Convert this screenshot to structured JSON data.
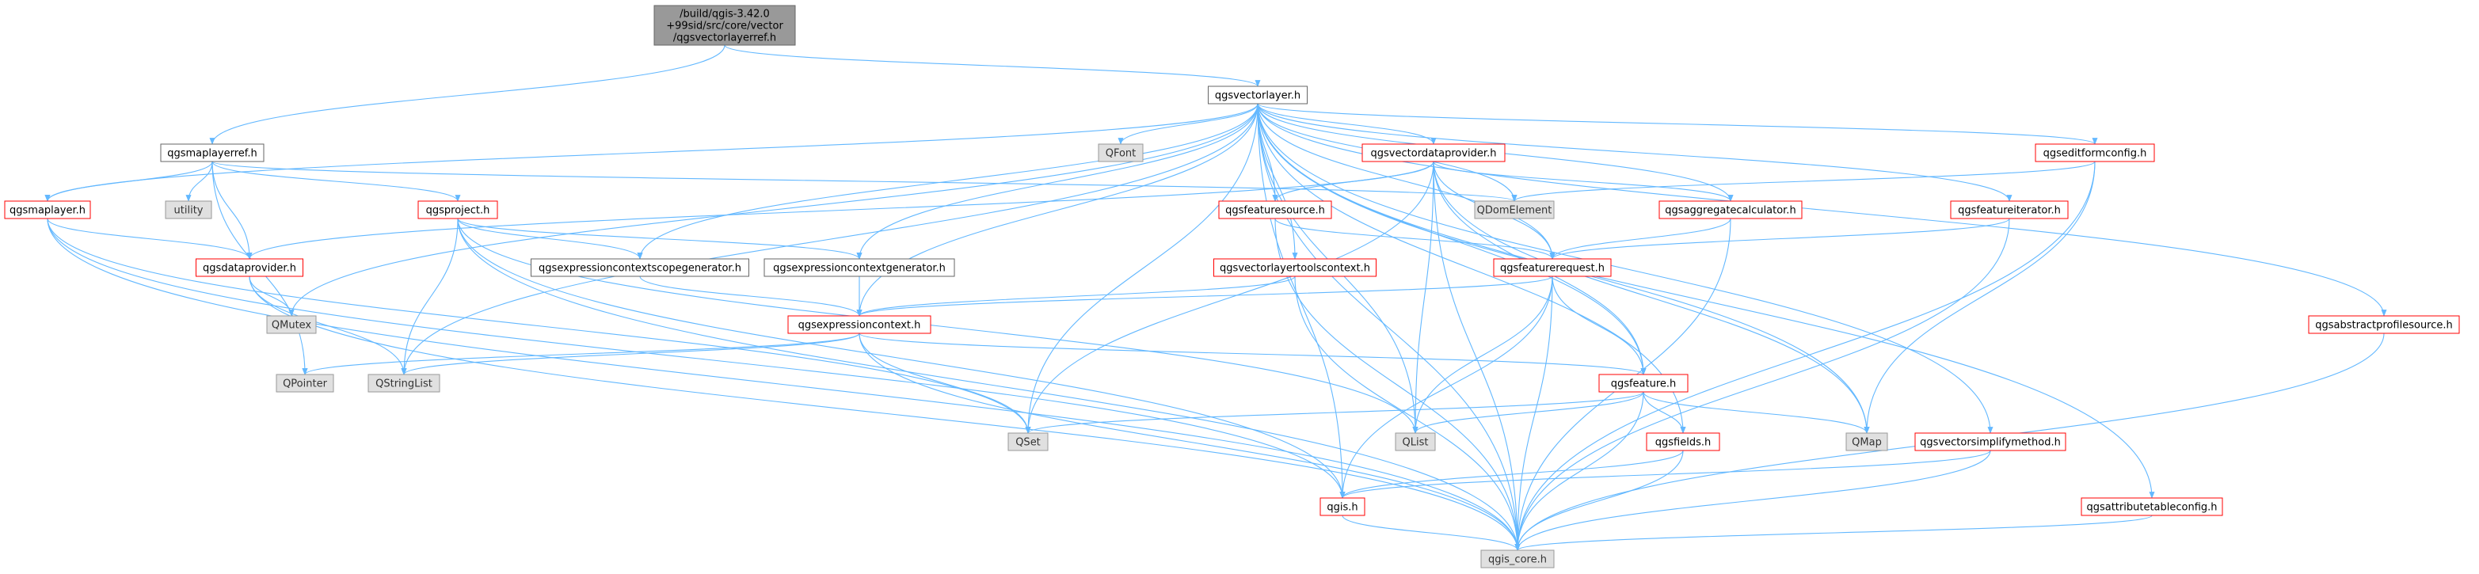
{
  "colors": {
    "edge": "#63b8ff",
    "root_fill": "#999999",
    "root_border": "#666666",
    "file_fill": "#ffffff",
    "file_border_red": "#ff0000",
    "file_border_gray": "#666666",
    "external_fill": "#e0e0e0",
    "external_border": "#999999"
  },
  "nodes": [
    {
      "id": "root",
      "lines": [
        "/build/qgis-3.42.0",
        "+99sid/src/core/vector",
        "/qgsvectorlayerref.h"
      ],
      "kind": "root"
    },
    {
      "id": "qgsvectorlayer",
      "lines": [
        "qgsvectorlayer.h"
      ],
      "kind": "file_gray"
    },
    {
      "id": "qgsmaplayerref",
      "lines": [
        "qgsmaplayerref.h"
      ],
      "kind": "file_gray"
    },
    {
      "id": "qgsmaplayer",
      "lines": [
        "qgsmaplayer.h"
      ],
      "kind": "file_red"
    },
    {
      "id": "utility",
      "lines": [
        "utility"
      ],
      "kind": "external"
    },
    {
      "id": "qgsdataprovider",
      "lines": [
        "qgsdataprovider.h"
      ],
      "kind": "file_red"
    },
    {
      "id": "qgsproject",
      "lines": [
        "qgsproject.h"
      ],
      "kind": "file_red"
    },
    {
      "id": "QMutex",
      "lines": [
        "QMutex"
      ],
      "kind": "external"
    },
    {
      "id": "QPointer",
      "lines": [
        "QPointer"
      ],
      "kind": "external"
    },
    {
      "id": "QStringList",
      "lines": [
        "QStringList"
      ],
      "kind": "external"
    },
    {
      "id": "qgsexpressioncontextscopegenerator",
      "lines": [
        "qgsexpressioncontextscopegenerator.h"
      ],
      "kind": "file_gray"
    },
    {
      "id": "qgsexpressioncontextgenerator",
      "lines": [
        "qgsexpressioncontextgenerator.h"
      ],
      "kind": "file_gray"
    },
    {
      "id": "qgsexpressioncontext",
      "lines": [
        "qgsexpressioncontext.h"
      ],
      "kind": "file_red"
    },
    {
      "id": "QFont",
      "lines": [
        "QFont"
      ],
      "kind": "external"
    },
    {
      "id": "qgsvectordataprovider",
      "lines": [
        "qgsvectordataprovider.h"
      ],
      "kind": "file_red"
    },
    {
      "id": "qgsfeaturesource",
      "lines": [
        "qgsfeaturesource.h"
      ],
      "kind": "file_red"
    },
    {
      "id": "QDomElement",
      "lines": [
        "QDomElement"
      ],
      "kind": "external"
    },
    {
      "id": "qgsaggregatecalculator",
      "lines": [
        "qgsaggregatecalculator.h"
      ],
      "kind": "file_red"
    },
    {
      "id": "qgsvectorlayertoolscontext",
      "lines": [
        "qgsvectorlayertoolscontext.h"
      ],
      "kind": "file_red"
    },
    {
      "id": "qgsfeaturerequest",
      "lines": [
        "qgsfeaturerequest.h"
      ],
      "kind": "file_red"
    },
    {
      "id": "qgsfeatureiterator",
      "lines": [
        "qgsfeatureiterator.h"
      ],
      "kind": "file_red"
    },
    {
      "id": "qgseditformconfig",
      "lines": [
        "qgseditformconfig.h"
      ],
      "kind": "file_red"
    },
    {
      "id": "qgsfeature",
      "lines": [
        "qgsfeature.h"
      ],
      "kind": "file_red"
    },
    {
      "id": "QSet",
      "lines": [
        "QSet"
      ],
      "kind": "external"
    },
    {
      "id": "QList",
      "lines": [
        "QList"
      ],
      "kind": "external"
    },
    {
      "id": "QMap",
      "lines": [
        "QMap"
      ],
      "kind": "external"
    },
    {
      "id": "qgsfields",
      "lines": [
        "qgsfields.h"
      ],
      "kind": "file_red"
    },
    {
      "id": "qgsvectorsimplifymethod",
      "lines": [
        "qgsvectorsimplifymethod.h"
      ],
      "kind": "file_red"
    },
    {
      "id": "qgsabstractprofilesource",
      "lines": [
        "qgsabstractprofilesource.h"
      ],
      "kind": "file_red"
    },
    {
      "id": "qgsattributetableconfig",
      "lines": [
        "qgsattributetableconfig.h"
      ],
      "kind": "file_red"
    },
    {
      "id": "qgis",
      "lines": [
        "qgis.h"
      ],
      "kind": "file_red"
    },
    {
      "id": "qgis_core",
      "lines": [
        "qgis_core.h"
      ],
      "kind": "external"
    }
  ],
  "edges": [
    [
      "root",
      "qgsmaplayerref"
    ],
    [
      "root",
      "qgsvectorlayer"
    ],
    [
      "qgsmaplayerref",
      "qgsmaplayer"
    ],
    [
      "qgsmaplayerref",
      "utility"
    ],
    [
      "qgsmaplayerref",
      "qgsdataprovider"
    ],
    [
      "qgsmaplayerref",
      "qgsproject"
    ],
    [
      "qgsmaplayerref",
      "QPointer"
    ],
    [
      "qgsmaplayerref",
      "QDomElement"
    ],
    [
      "qgsvectorlayer",
      "qgsmaplayer"
    ],
    [
      "qgsvectorlayer",
      "QMutex"
    ],
    [
      "qgsvectorlayer",
      "QStringList"
    ],
    [
      "qgsvectorlayer",
      "qgsexpressioncontextscopegenerator"
    ],
    [
      "qgsvectorlayer",
      "qgsexpressioncontextgenerator"
    ],
    [
      "qgsvectorlayer",
      "qgsexpressioncontext"
    ],
    [
      "qgsvectorlayer",
      "QFont"
    ],
    [
      "qgsvectorlayer",
      "qgsvectordataprovider"
    ],
    [
      "qgsvectorlayer",
      "qgsfeaturesource"
    ],
    [
      "qgsvectorlayer",
      "qgsaggregatecalculator"
    ],
    [
      "qgsvectorlayer",
      "qgsvectorlayertoolscontext"
    ],
    [
      "qgsvectorlayer",
      "qgsfeaturerequest"
    ],
    [
      "qgsvectorlayer",
      "qgsfeatureiterator"
    ],
    [
      "qgsvectorlayer",
      "qgseditformconfig"
    ],
    [
      "qgsvectorlayer",
      "qgsfeature"
    ],
    [
      "qgsvectorlayer",
      "QSet"
    ],
    [
      "qgsvectorlayer",
      "QList"
    ],
    [
      "qgsvectorlayer",
      "QMap"
    ],
    [
      "qgsvectorlayer",
      "qgsfields"
    ],
    [
      "qgsvectorlayer",
      "qgsvectorsimplifymethod"
    ],
    [
      "qgsvectorlayer",
      "qgsabstractprofilesource"
    ],
    [
      "qgsvectorlayer",
      "qgsattributetableconfig"
    ],
    [
      "qgsvectorlayer",
      "qgis"
    ],
    [
      "qgsvectorlayer",
      "qgis_core"
    ],
    [
      "qgsvectorlayer",
      "QDomElement"
    ],
    [
      "qgsmaplayer",
      "qgsdataprovider"
    ],
    [
      "qgsmaplayer",
      "QSet"
    ],
    [
      "qgsmaplayer",
      "qgis"
    ],
    [
      "qgsmaplayer",
      "qgis_core"
    ],
    [
      "qgsdataprovider",
      "QMutex"
    ],
    [
      "qgsdataprovider",
      "QStringList"
    ],
    [
      "qgsdataprovider",
      "qgis_core"
    ],
    [
      "qgsproject",
      "QStringList"
    ],
    [
      "qgsproject",
      "qgsexpressioncontextscopegenerator"
    ],
    [
      "qgsproject",
      "qgsexpressioncontextgenerator"
    ],
    [
      "qgsproject",
      "QList"
    ],
    [
      "qgsproject",
      "qgis"
    ],
    [
      "qgsproject",
      "qgis_core"
    ],
    [
      "qgsexpressioncontextscopegenerator",
      "qgsexpressioncontext"
    ],
    [
      "qgsexpressioncontextgenerator",
      "qgsexpressioncontext"
    ],
    [
      "qgsexpressioncontext",
      "QPointer"
    ],
    [
      "qgsexpressioncontext",
      "QStringList"
    ],
    [
      "qgsexpressioncontext",
      "qgsfeature"
    ],
    [
      "qgsexpressioncontext",
      "QSet"
    ],
    [
      "qgsexpressioncontext",
      "qgis_core"
    ],
    [
      "qgsvectordataprovider",
      "qgsdataprovider"
    ],
    [
      "qgsvectordataprovider",
      "qgsfeaturesource"
    ],
    [
      "qgsvectordataprovider",
      "qgsaggregatecalculator"
    ],
    [
      "qgsvectordataprovider",
      "qgsfeaturerequest"
    ],
    [
      "qgsvectordataprovider",
      "qgsfeature"
    ],
    [
      "qgsvectordataprovider",
      "QSet"
    ],
    [
      "qgsvectordataprovider",
      "QList"
    ],
    [
      "qgsvectordataprovider",
      "QMap"
    ],
    [
      "qgsvectordataprovider",
      "qgis_core"
    ],
    [
      "qgsfeaturesource",
      "qgsfeaturerequest"
    ],
    [
      "qgsfeaturesource",
      "qgis_core"
    ],
    [
      "qgsaggregatecalculator",
      "qgsfeaturerequest"
    ],
    [
      "qgsaggregatecalculator",
      "qgis_core"
    ],
    [
      "qgsvectorlayertoolscontext",
      "qgsexpressioncontext"
    ],
    [
      "qgsvectorlayertoolscontext",
      "qgis_core"
    ],
    [
      "qgsfeaturerequest",
      "qgsexpressioncontext"
    ],
    [
      "qgsfeaturerequest",
      "qgsfeature"
    ],
    [
      "qgsfeaturerequest",
      "QList"
    ],
    [
      "qgsfeaturerequest",
      "qgis"
    ],
    [
      "qgsfeaturerequest",
      "qgis_core"
    ],
    [
      "qgsfeatureiterator",
      "qgsfeaturerequest"
    ],
    [
      "qgsfeatureiterator",
      "qgis_core"
    ],
    [
      "qgseditformconfig",
      "QDomElement"
    ],
    [
      "qgseditformconfig",
      "QMap"
    ],
    [
      "qgseditformconfig",
      "qgis_core"
    ],
    [
      "qgsfeature",
      "QSet"
    ],
    [
      "qgsfeature",
      "QList"
    ],
    [
      "qgsfeature",
      "QMap"
    ],
    [
      "qgsfeature",
      "qgsfields"
    ],
    [
      "qgsfeature",
      "qgis_core"
    ],
    [
      "qgsfields",
      "qgis"
    ],
    [
      "qgsfields",
      "qgis_core"
    ],
    [
      "qgsvectorsimplifymethod",
      "qgis"
    ],
    [
      "qgsvectorsimplifymethod",
      "qgis_core"
    ],
    [
      "qgsabstractprofilesource",
      "qgis_core"
    ],
    [
      "qgsattributetableconfig",
      "qgis_core"
    ],
    [
      "qgis",
      "qgis_core"
    ]
  ]
}
